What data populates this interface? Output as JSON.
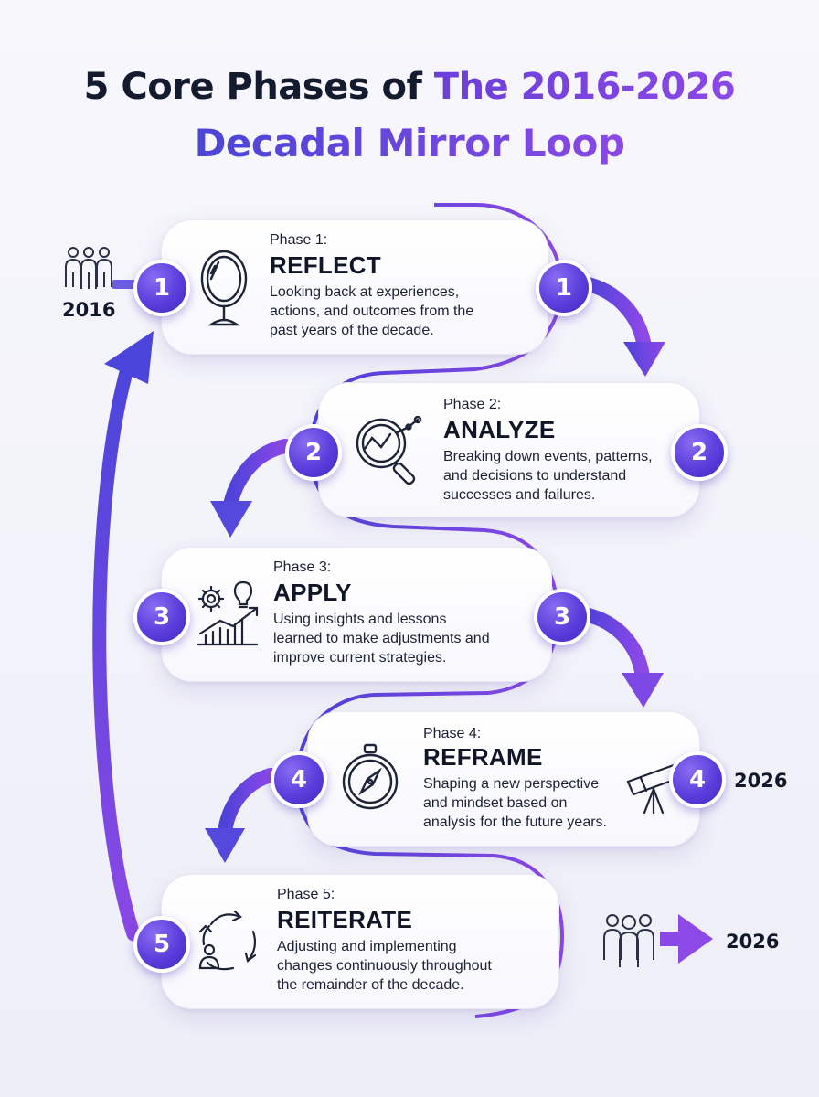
{
  "title": {
    "line1_dark": "5 Core Phases of ",
    "line1_accent": "The 2016-2026",
    "line2": "Decadal Mirror Loop"
  },
  "start_year": "2016",
  "end_year_phase4": "2026",
  "end_year_final": "2026",
  "phases": [
    {
      "phase_label": "Phase 1:",
      "name": "REFLECT",
      "number": "1",
      "icon": "mirror-icon",
      "description": [
        "Looking back at experiences,",
        "actions, and outcomes from the",
        "past years of the decade."
      ]
    },
    {
      "phase_label": "Phase 2:",
      "name": "ANALYZE",
      "number": "2",
      "icon": "magnifier-chart-icon",
      "description": [
        "Breaking down events, patterns,",
        "and decisions to understand",
        "successes and failures."
      ]
    },
    {
      "phase_label": "Phase 3:",
      "name": "APPLY",
      "number": "3",
      "icon": "gears-growth-icon",
      "description": [
        "Using insights and lessons",
        "learned to make adjustments and",
        "improve current strategies."
      ]
    },
    {
      "phase_label": "Phase 4:",
      "name": "REFRAME",
      "number": "4",
      "icon": "compass-icon",
      "description": [
        "Shaping a new perspective",
        "and mindset based on",
        "analysis for the future years."
      ]
    },
    {
      "phase_label": "Phase 5:",
      "name": "REITERATE",
      "number": "5",
      "icon": "cycle-person-icon",
      "description": [
        "Adjusting and implementing",
        "changes continuously throughout",
        "the remainder of the decade."
      ]
    }
  ],
  "colors": {
    "accent": "#5a3ddb",
    "accent_light": "#8b48e6",
    "dark_text": "#12182b"
  }
}
